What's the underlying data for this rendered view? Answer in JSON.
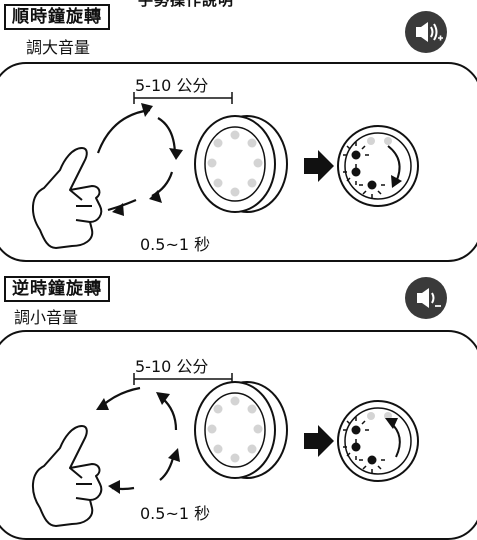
{
  "header": {
    "cut_text": "手勢操作說明"
  },
  "sections": [
    {
      "label": "順時鐘旋轉",
      "sub_label": "調大音量",
      "icon": "volume-up-icon",
      "distance": "5-10 公分",
      "duration": "0.5~1 秒",
      "rotation": "clockwise"
    },
    {
      "label": "逆時鐘旋轉",
      "sub_label": "調小音量",
      "icon": "volume-down-icon",
      "distance": "5-10 公分",
      "duration": "0.5~1 秒",
      "rotation": "counter-clockwise"
    }
  ],
  "colors": {
    "icon_bg": "#3a3a3a",
    "ink": "#111111",
    "dots": "#cfcfcf"
  }
}
